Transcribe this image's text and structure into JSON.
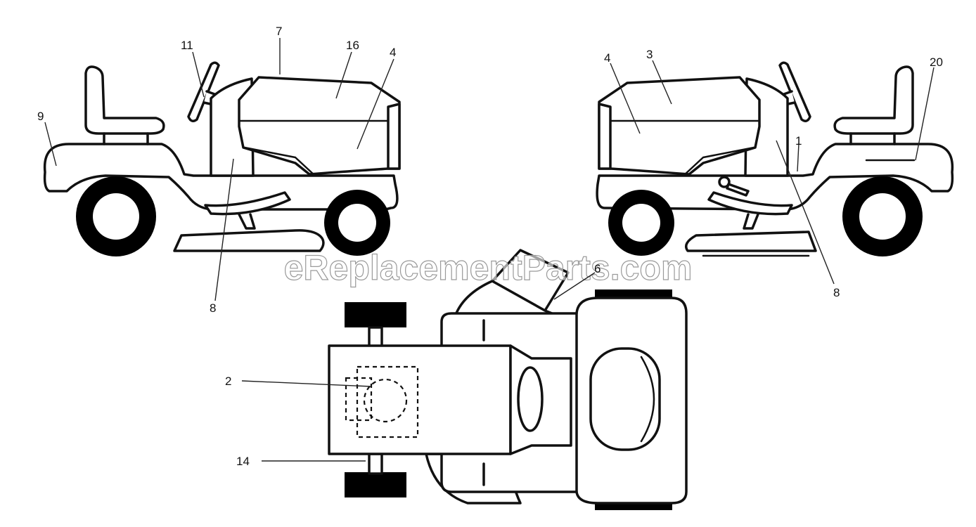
{
  "callouts": {
    "c9": "9",
    "c11": "11",
    "c7": "7",
    "c16": "16",
    "c4_left": "4",
    "c8_left": "8",
    "c4_right": "4",
    "c3": "3",
    "c20": "20",
    "c1": "1",
    "c8_right": "8",
    "c6": "6",
    "c2": "2",
    "c14": "14"
  },
  "watermark": "eReplacementParts.com",
  "colors": {
    "line": "#111111",
    "background": "#ffffff",
    "watermark_outline": "#9a9a9a"
  }
}
